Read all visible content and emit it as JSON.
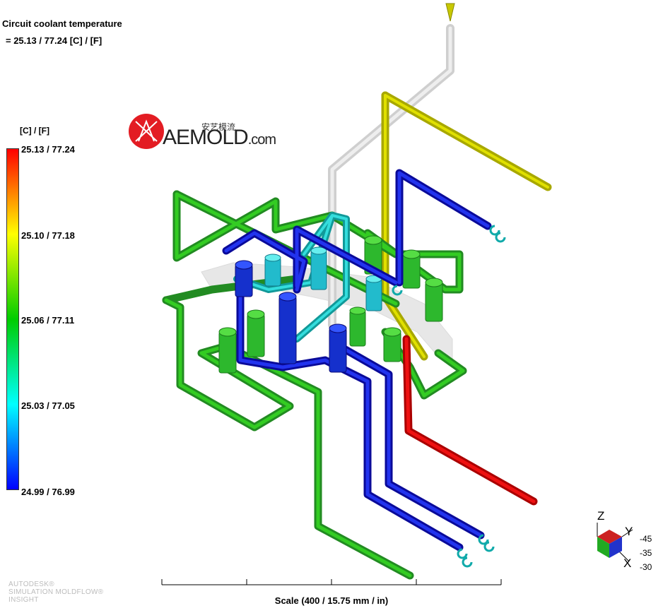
{
  "result": {
    "title": "Circuit coolant temperature",
    "current_value": "= 25.13 / 77.24 [C] / [F]"
  },
  "legend": {
    "unit_label": "[C] / [F]",
    "ticks": [
      "25.13 / 77.24",
      "25.10 / 77.18",
      "25.06 / 77.11",
      "25.03 / 77.05",
      "24.99 / 76.99"
    ],
    "gradient_colors": [
      "#ff0000",
      "#ffff00",
      "#00cc00",
      "#00ffff",
      "#0000ff"
    ]
  },
  "watermark": {
    "logo_main": "AEMOLD",
    "logo_suffix": ".com",
    "logo_cn": "安艺模流"
  },
  "scale": {
    "label": "Scale (400 / 15.75 mm / in)"
  },
  "triad": {
    "z": "Z",
    "y": "Y",
    "x": "X",
    "angles": [
      "-45",
      "-35",
      "-30"
    ]
  },
  "brand": {
    "line1": "AUTODESK®",
    "line2": "SIMULATION MOLDFLOW®",
    "line3": "INSIGHT"
  },
  "colors": {
    "red": "#e00000",
    "yellow": "#c8c800",
    "green": "#33bb22",
    "cyan": "#22cccc",
    "blue": "#1122dd",
    "grey": "#d8d8d8"
  }
}
